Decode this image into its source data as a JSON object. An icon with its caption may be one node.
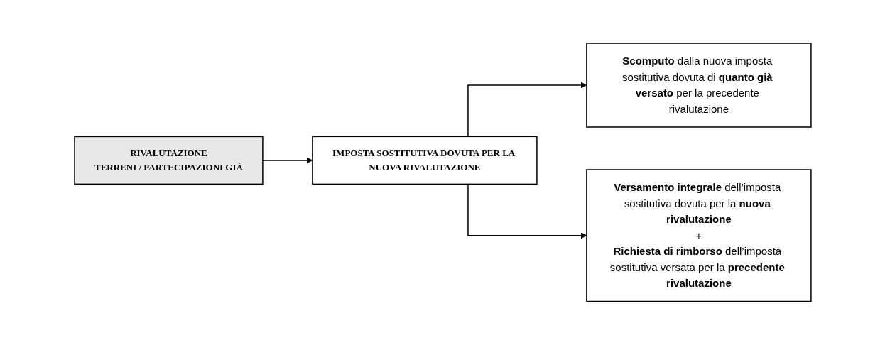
{
  "diagram": {
    "nodes": [
      {
        "text": [
          "RIVALUTAZIONE",
          "TERRENI / PARTECIPAZIONI GIÀ"
        ]
      },
      {
        "text": [
          "IMPOSTA SOSTITUTIVA DOVUTA PER LA NUOVA RIVALUTAZIONE"
        ]
      },
      {
        "text": [
          "**Scomputo** dalla nuova imposta sostitutiva dovuta di **quanto già versato** per la precedente rivalutazione"
        ]
      },
      {
        "text": [
          "**Versamento integrale** dell’imposta sostitutiva dovuta per la **nuova rivalutazione**",
          "+",
          "**Richiesta di rimborso** dell’imposta sostitutiva versata per la **precedente rivalutazione**"
        ]
      }
    ],
    "edges": [
      {
        "from": 0,
        "to": 1,
        "arrow": "to"
      },
      {
        "from": 1,
        "to": 2,
        "arrow": "to"
      },
      {
        "from": 1,
        "to": 3,
        "arrow": "to"
      }
    ]
  }
}
